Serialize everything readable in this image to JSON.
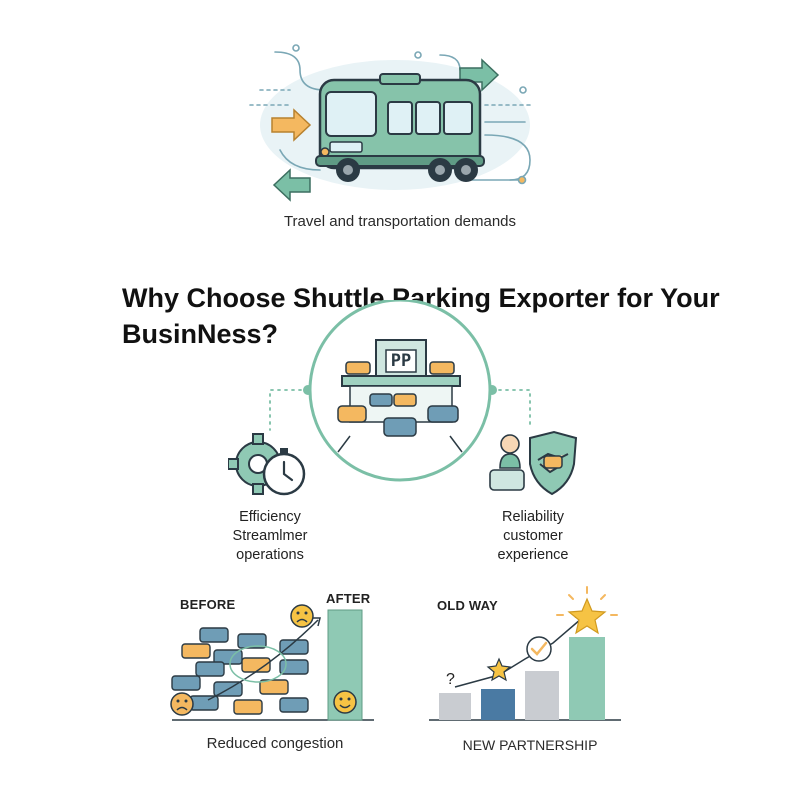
{
  "top": {
    "caption": "Travel and transportation demands"
  },
  "heading": {
    "line1": "Why Choose Shuttle Parking Exporter for Your",
    "line2": "BusinNess?"
  },
  "center": {
    "garage_sign": "PP"
  },
  "features": {
    "left": {
      "line1": "Efficiency",
      "line2": "Streamlmer",
      "line3": "operations"
    },
    "right": {
      "line1": "Reliability",
      "line2": "customer",
      "line3": "experience"
    }
  },
  "congestion": {
    "before_label": "BEFORE",
    "after_label": "AFTER",
    "caption": "Reduced congestion"
  },
  "partnership": {
    "old_label": "OLD WAY",
    "question_mark": "?",
    "caption": "NEW PARTNERSHIP"
  },
  "colors": {
    "teal": "#7bbfa6",
    "teal_dark": "#3c6f60",
    "navy": "#2b3a44",
    "orange": "#f4b860",
    "blue": "#4a7aa3",
    "gray_bar": "#c9ccd1",
    "gold": "#f6c344"
  },
  "icons": [
    "bus-icon",
    "gear-icon",
    "stopwatch-icon",
    "parking-garage-icon",
    "handshake-shield-icon",
    "sad-face-icon",
    "happy-face-icon",
    "star-icon",
    "checkmark-icon",
    "arrow-icon"
  ]
}
